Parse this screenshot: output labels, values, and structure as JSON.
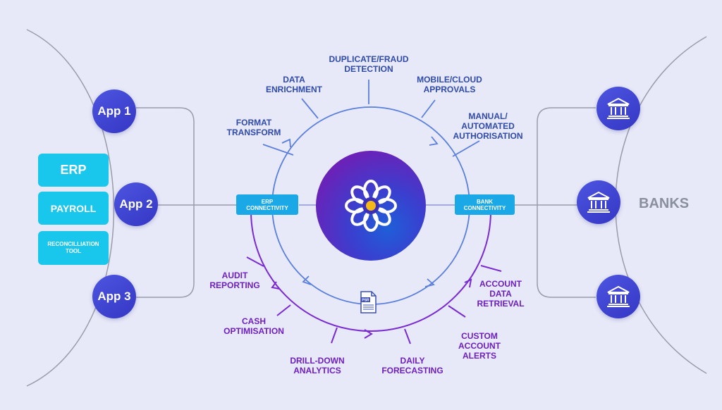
{
  "apps": [
    "App 1",
    "App 2",
    "App 3"
  ],
  "systems": [
    "ERP",
    "PAYROLL",
    "RECONCILLIATION\nTOOL"
  ],
  "connectivity": {
    "erp": "ERP\nCONNECTIVITY",
    "bank": "BANK\nCONNECTIVITY"
  },
  "top_steps": [
    "FORMAT\nTRANSFORM",
    "DATA\nENRICHMENT",
    "DUPLICATE/FRAUD\nDETECTION",
    "MOBILE/CLOUD\nAPPROVALS",
    "MANUAL/\nAUTOMATED\nAUTHORISATION"
  ],
  "bottom_steps": [
    "AUDIT\nREPORTING",
    "CASH\nOPTIMISATION",
    "DRILL-DOWN\nANALYTICS",
    "DAILY\nFORECASTING",
    "CUSTOM\nACCOUNT\nALERTS",
    "ACCOUNT\nDATA\nRETRIEVAL"
  ],
  "banks_label": "BANKS",
  "doc_icon_label": "PSR",
  "colors": {
    "background": "#e7e9f8",
    "app_circle": "#3d43d2",
    "system_box": "#19c7ec",
    "connectivity_box": "#1aa8e6",
    "inner_ring": "#5a7fdc",
    "outer_ring": "#7a2ad2",
    "label_blue": "#2f4aa8",
    "label_purple": "#6d1fc0",
    "banks_text": "#8a8f9e"
  },
  "icons": [
    "bank-building-icon",
    "flower-logo-icon",
    "document-icon"
  ]
}
